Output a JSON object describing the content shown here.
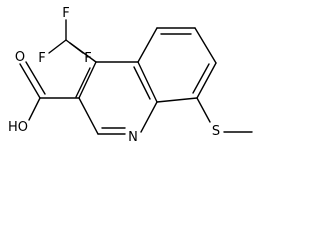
{
  "molecule": {
    "atoms": {
      "fluorine_top": "F",
      "fluorine_left": "F",
      "fluorine_right": "F",
      "hydroxyl": "HO",
      "carbonyl_oxygen": "O",
      "ring_nitrogen": "N",
      "sulfur": "S"
    },
    "colors": {
      "bond": "#000000",
      "label": "#000000",
      "background": "#ffffff"
    }
  }
}
